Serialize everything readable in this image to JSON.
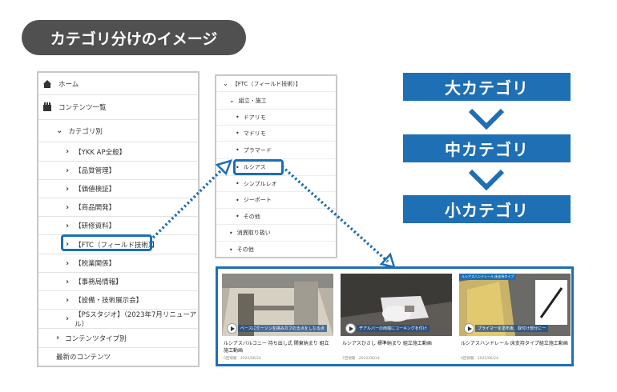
{
  "title": "カテゴリ分けのイメージ",
  "left_menu": {
    "items": [
      {
        "label": "ホーム",
        "icon": "home-icon"
      },
      {
        "label": "コンテンツ一覧",
        "icon": "film-icon"
      },
      {
        "label": "カテゴリ別"
      },
      {
        "label": "【YKK AP全般】"
      },
      {
        "label": "【品質管理】"
      },
      {
        "label": "【価値検証】"
      },
      {
        "label": "【商品開発】"
      },
      {
        "label": "【研修資料】"
      },
      {
        "label": "【FTC（フィールド技術）】"
      },
      {
        "label": "【税業関係】"
      },
      {
        "label": "【事務局情報】"
      },
      {
        "label": "【設備・技術展示会】"
      },
      {
        "label": "【PSスタジオ】（2023年7月リニューアル）"
      },
      {
        "label": "コンテンツタイプ別"
      },
      {
        "label": "最新のコンテンツ"
      }
    ]
  },
  "mid_menu": {
    "items": [
      {
        "label": "【FTC（フィールド技術）】"
      },
      {
        "label": "組立・施工"
      },
      {
        "label": "ドアリモ"
      },
      {
        "label": "マドリモ"
      },
      {
        "label": "プラマード"
      },
      {
        "label": "ルシアス"
      },
      {
        "label": "シンプルレオ"
      },
      {
        "label": "ジーポート"
      },
      {
        "label": "その他"
      },
      {
        "label": "消異取り扱い"
      },
      {
        "label": "その他"
      }
    ]
  },
  "hierarchy": {
    "large": "大カテゴリ",
    "medium": "中カテゴリ",
    "small": "小カテゴリ"
  },
  "videos": [
    {
      "title": "ルシアスバルコニー 持ち出し式 関東納まり 組立施工動画",
      "views": "0回視聴",
      "date": "2022/06/24",
      "caption": "ベースにケーソンを挟みカフの支点をしなる点"
    },
    {
      "title": "ルシアスひさし 標準納まり 組立施工動画",
      "views": "7回視聴",
      "date": "2022/06/24",
      "caption": "ヂアルバーの両端にコーキングを付け"
    },
    {
      "title": "ルシアスハンドレール 床支持タイプ組立施工動画",
      "views": "0回視聴",
      "date": "2022/06/24",
      "caption": "プライマーを塗布後、取付け部分に一",
      "tag": "ルシアスハンドレール 床支持タイプ"
    }
  ],
  "colors": {
    "accent": "#1f6fb4",
    "pill": "#505050"
  }
}
